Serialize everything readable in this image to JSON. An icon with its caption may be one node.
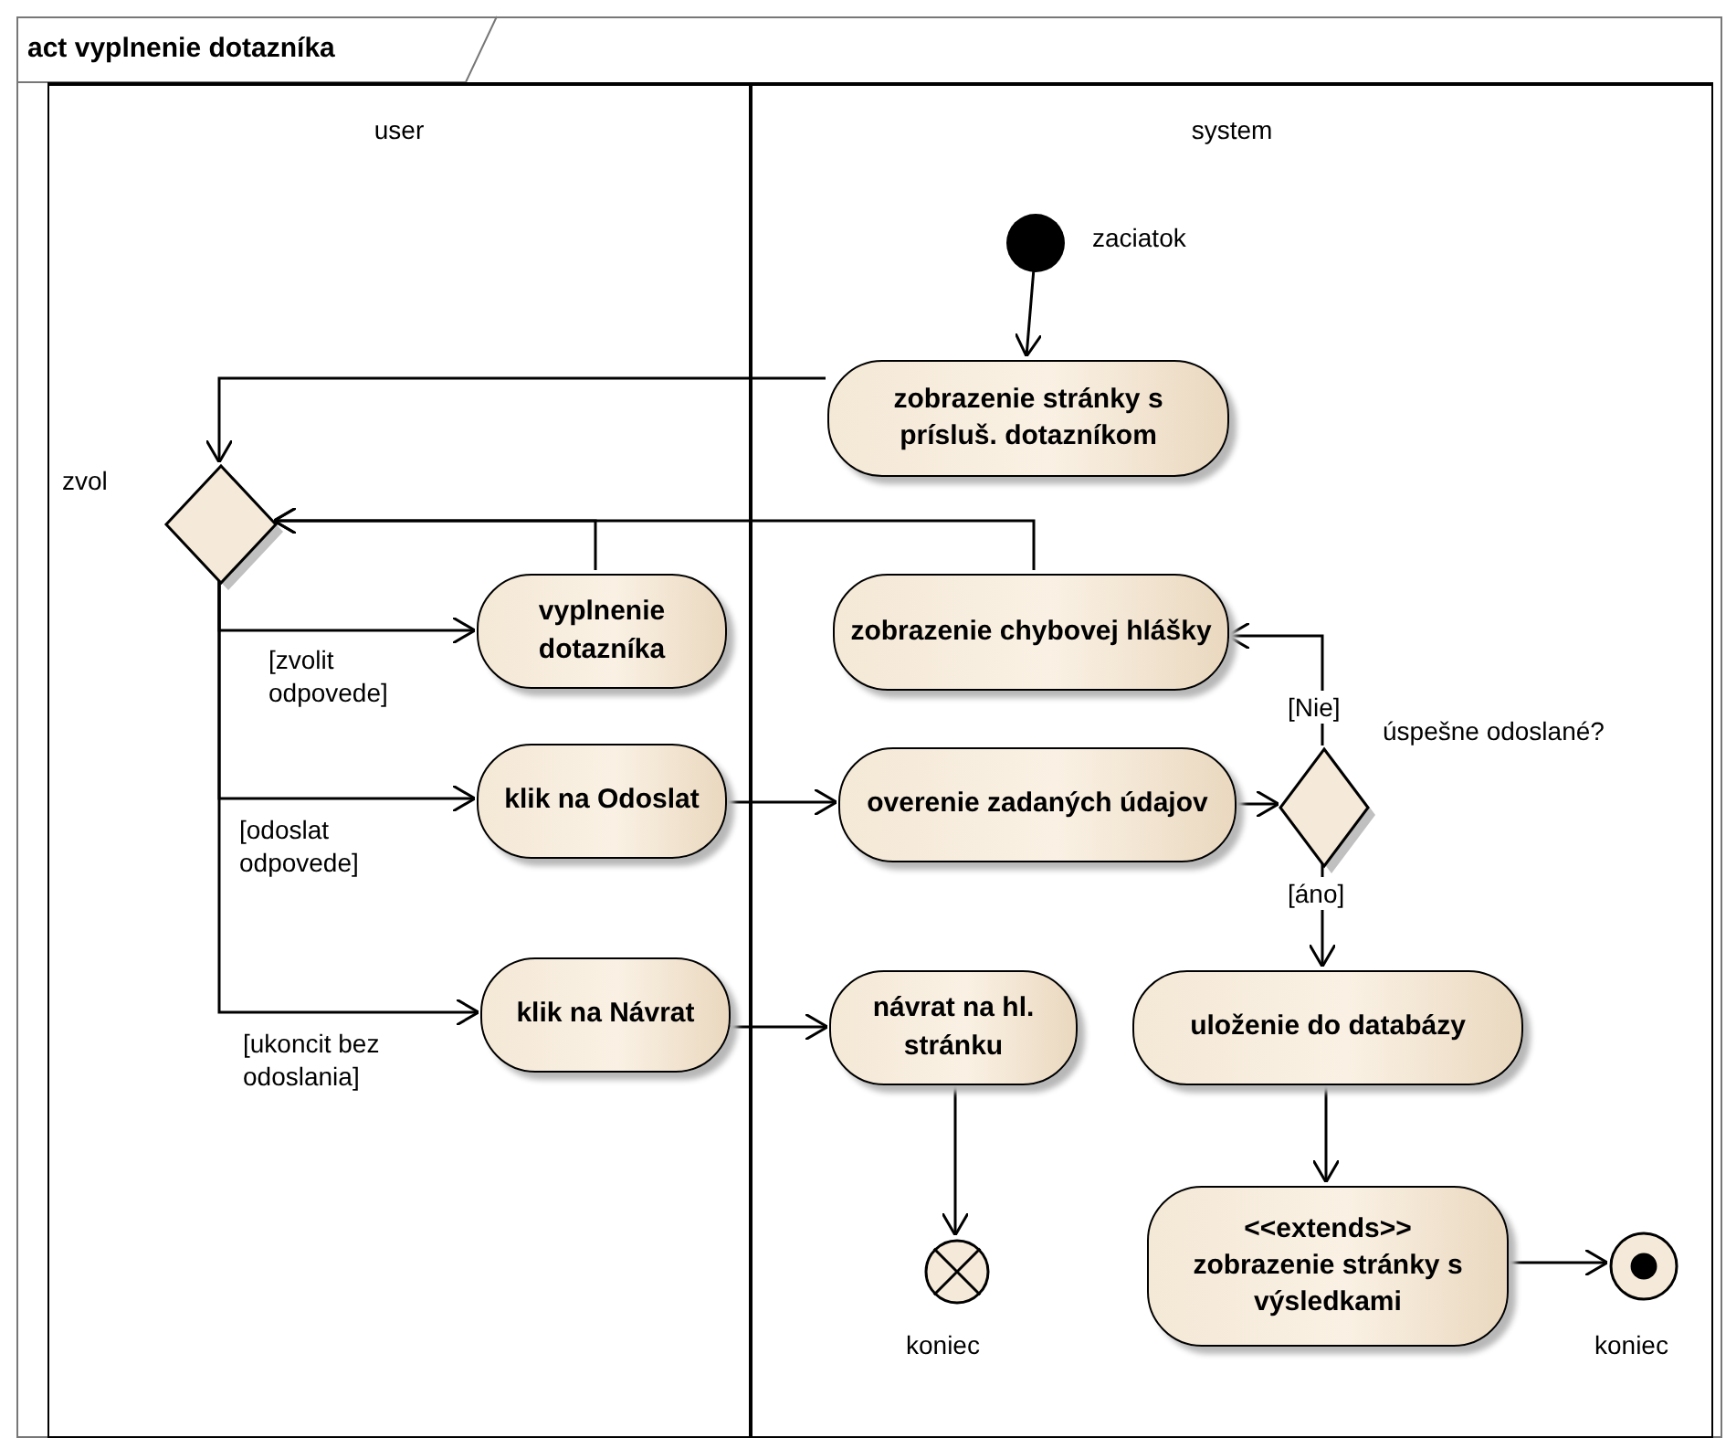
{
  "diagram": {
    "title": "act vyplnenie dotazníka",
    "nodes": [
      {
        "text": [
          "user"
        ]
      },
      {
        "text": [
          "system"
        ]
      },
      {
        "text": [],
        "shape": "circle",
        "in": 1,
        "beside": [
          "zaciatok"
        ]
      },
      {
        "text": [
          "zobrazenie stránky s prísluš. dotazníkom"
        ],
        "in": 1
      },
      {
        "text": [],
        "shape": "diamond",
        "in": 0,
        "beside": [
          "zvol"
        ]
      },
      {
        "text": [
          "vyplnenie dotazníka"
        ],
        "in": 0
      },
      {
        "text": [
          "klik na Odoslat"
        ],
        "in": 0
      },
      {
        "text": [
          "klik na Návrat"
        ],
        "in": 0
      },
      {
        "text": [
          "zobrazenie chybovej hlášky"
        ],
        "in": 1
      },
      {
        "text": [
          "overenie zadaných údajov"
        ],
        "in": 1
      },
      {
        "text": [],
        "shape": "diamond",
        "in": 1,
        "beside": [
          "úspešne odoslané?"
        ]
      },
      {
        "text": [
          "uloženie do databázy"
        ],
        "in": 1
      },
      {
        "text": [
          "návrat na hl. stránku"
        ],
        "in": 1
      },
      {
        "text": [],
        "shape": "circle",
        "in": 1,
        "beside": [
          "koniec"
        ]
      },
      {
        "text": [
          "<<extends>>",
          "zobrazenie stránky s výsledkami"
        ],
        "in": 1
      },
      {
        "text": [],
        "shape": "circle",
        "in": 1,
        "beside": [
          "koniec"
        ]
      }
    ],
    "edges": [
      {
        "from": 2,
        "to": 3,
        "arrow": "to"
      },
      {
        "from": 3,
        "to": 4,
        "arrow": "to"
      },
      {
        "from": 5,
        "to": 4,
        "arrow": "to"
      },
      {
        "from": 8,
        "to": 4,
        "arrow": "to"
      },
      {
        "from": 4,
        "to": 5,
        "arrow": "to",
        "label": "[zvolit odpovede]"
      },
      {
        "from": 4,
        "to": 6,
        "arrow": "to",
        "label": "[odoslat odpovede]"
      },
      {
        "from": 4,
        "to": 7,
        "arrow": "to",
        "label": "[ukoncit bez odoslania]"
      },
      {
        "from": 6,
        "to": 9,
        "arrow": "to"
      },
      {
        "from": 7,
        "to": 12,
        "arrow": "to"
      },
      {
        "from": 9,
        "to": 10,
        "arrow": "to"
      },
      {
        "from": 10,
        "to": 8,
        "arrow": "to",
        "label": "[Nie]"
      },
      {
        "from": 10,
        "to": 11,
        "arrow": "to",
        "label": "[áno]"
      },
      {
        "from": 12,
        "to": 13,
        "arrow": "to"
      },
      {
        "from": 11,
        "to": 14,
        "arrow": "to"
      },
      {
        "from": 14,
        "to": 15,
        "arrow": "to"
      }
    ]
  }
}
